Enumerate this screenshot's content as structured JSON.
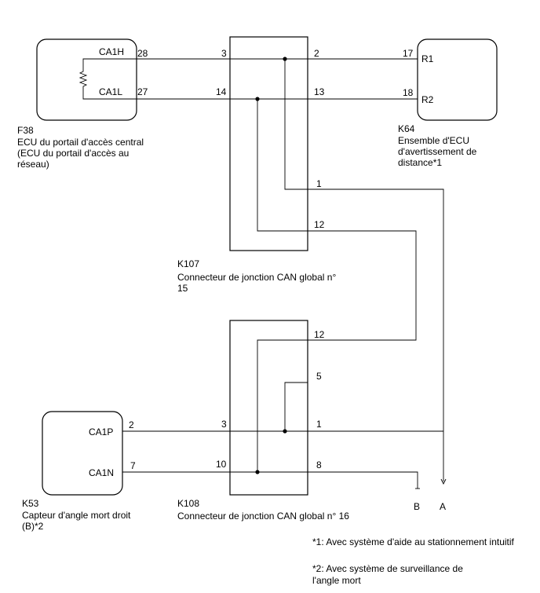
{
  "components": {
    "f38": {
      "code": "F38",
      "name_lines": [
        "ECU du portail d'accès central",
        "(ECU du portail d'accès au",
        "réseau)"
      ],
      "pins": {
        "ca1h": "CA1H",
        "ca1l": "CA1L",
        "ca1h_num": "28",
        "ca1l_num": "27"
      }
    },
    "k64": {
      "code": "K64",
      "name_lines": [
        "Ensemble d'ECU",
        "d'avertissement de",
        "distance*1"
      ],
      "pins": {
        "r1": "R1",
        "r2": "R2",
        "r1_num": "17",
        "r2_num": "18"
      }
    },
    "k107": {
      "code": "K107",
      "name_lines": [
        "Connecteur de jonction CAN global n°",
        "15"
      ],
      "pins": {
        "p3": "3",
        "p14": "14",
        "p2": "2",
        "p13": "13",
        "p1": "1",
        "p12": "12"
      }
    },
    "k108": {
      "code": "K108",
      "name_lines": [
        "Connecteur de jonction CAN global n° 16"
      ],
      "pins": {
        "p12": "12",
        "p5": "5",
        "p3": "3",
        "p1": "1",
        "p10": "10",
        "p8": "8"
      }
    },
    "k53": {
      "code": "K53",
      "name_lines": [
        "Capteur d'angle mort droit",
        "(B)*2"
      ],
      "pins": {
        "ca1p": "CA1P",
        "ca1n": "CA1N",
        "ca1p_num": "2",
        "ca1n_num": "7"
      }
    }
  },
  "terminals": {
    "b": "B",
    "a": "A"
  },
  "notes": [
    "*1: Avec système d'aide au stationnement intuitif",
    "*2: Avec système de surveillance de",
    "l'angle mort"
  ]
}
